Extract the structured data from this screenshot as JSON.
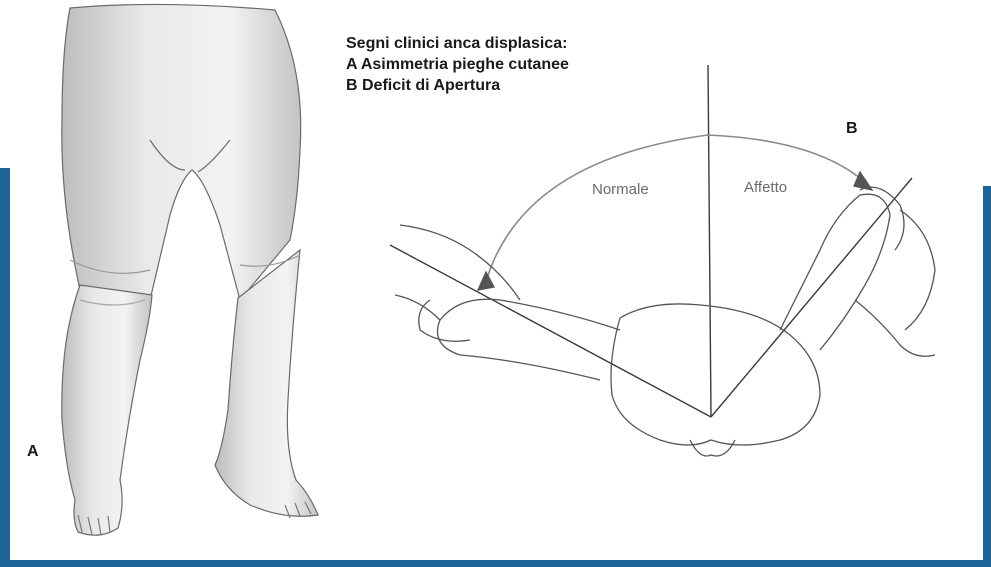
{
  "caption": {
    "title": "Segni clinici anca displasica:",
    "line_a": "A Asimmetria pieghe cutanee",
    "line_b": "B Deficit di Apertura"
  },
  "figure_a": {
    "letter": "A"
  },
  "figure_b": {
    "letter": "B",
    "normal_label": "Normale",
    "affected_label": "Affetto"
  },
  "colors": {
    "frame_accent": "#1f6496",
    "drawing_ink": "#3a3a3a",
    "skin_shade": "#cfcfcf"
  }
}
